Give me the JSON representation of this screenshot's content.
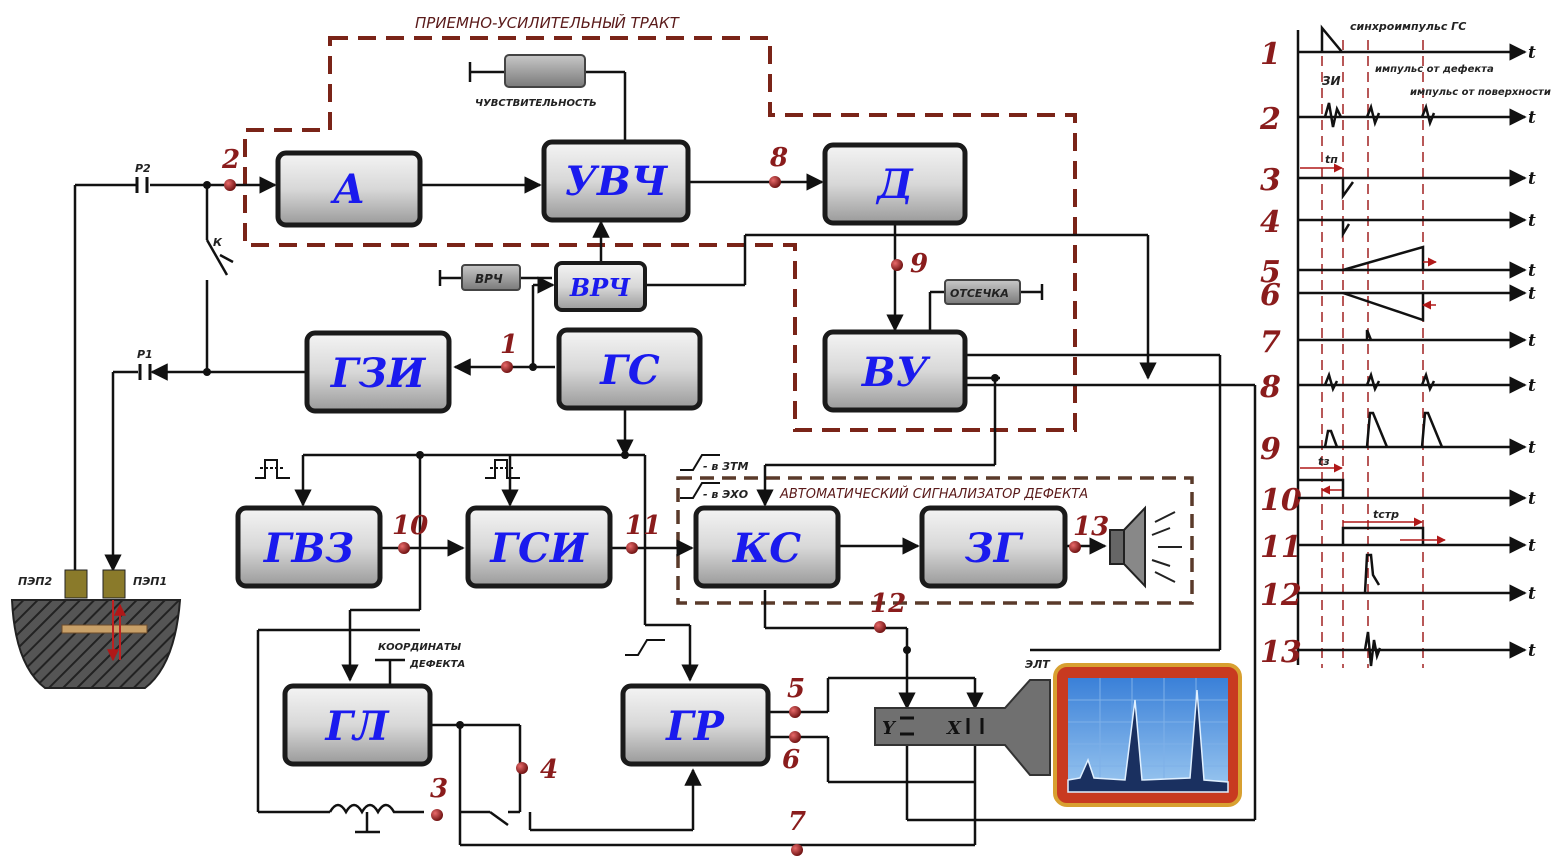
{
  "title": "ПРИЕМНО-УСИЛИТЕЛЬНЫЙ ТРАКТ",
  "asd_title": "АВТОМАТИЧЕСКИЙ СИГНАЛИЗАТОР ДЕФЕКТА",
  "blocks": {
    "a": "А",
    "uvch": "УВЧ",
    "d": "Д",
    "vrch": "ВРЧ",
    "gzi": "ГЗИ",
    "gs": "ГС",
    "vu": "ВУ",
    "gvz": "ГВЗ",
    "gsi": "ГСИ",
    "ks": "КС",
    "zg": "ЗГ",
    "gl": "ГЛ",
    "gr": "ГР"
  },
  "controls": {
    "sensitivity": "ЧУВСТВИТЕЛЬНОСТЬ",
    "vrch_knob": "ВРЧ",
    "cutoff": "ОТСЕЧКА",
    "coords": "КООРДИНАТЫ",
    "defect": "ДЕФЕКТА",
    "ztm": "- в ЗТМ",
    "echo": "- в ЭХО"
  },
  "parts": {
    "r2": "Р2",
    "r1": "Р1",
    "k": "К",
    "pep2": "ПЭП2",
    "pep1": "ПЭП1",
    "elt": "ЭЛТ",
    "y": "Y",
    "x": "X"
  },
  "points": [
    "1",
    "2",
    "3",
    "4",
    "5",
    "6",
    "7",
    "8",
    "9",
    "10",
    "11",
    "12",
    "13"
  ],
  "timing": {
    "rows": [
      "1",
      "2",
      "3",
      "4",
      "5",
      "6",
      "7",
      "8",
      "9",
      "10",
      "11",
      "12",
      "13"
    ],
    "axis": "t",
    "sync": "синхроимпульс ГС",
    "zi": "ЗИ",
    "defect_pulse": "импульс от дефекта",
    "surface_pulse": "импульс от поверхности",
    "tp": "tп",
    "tz": "tз",
    "tstr": "tстр"
  }
}
